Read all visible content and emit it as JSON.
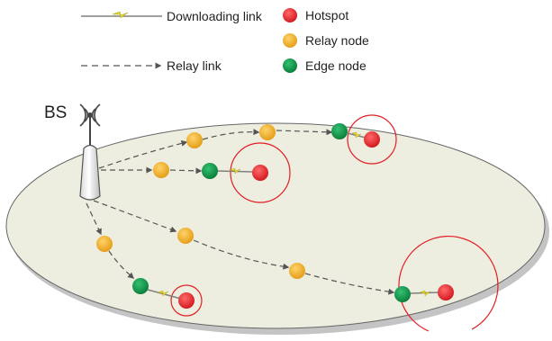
{
  "legend": {
    "downloading_link": "Downloading link",
    "relay_link": "Relay link",
    "hotspot": "Hotspot",
    "relay_node": "Relay node",
    "edge_node": "Edge node"
  },
  "base_station_label": "BS",
  "colors": {
    "hotspot": "#e31e24",
    "relay_node": "#f2a81d",
    "edge_node": "#0d9a48",
    "coverage_circle": "#e31e24",
    "ground": "#eeeee0",
    "relay_link": "#555555",
    "downloading_link": "#808080",
    "lightning": "#e8d82a"
  }
}
